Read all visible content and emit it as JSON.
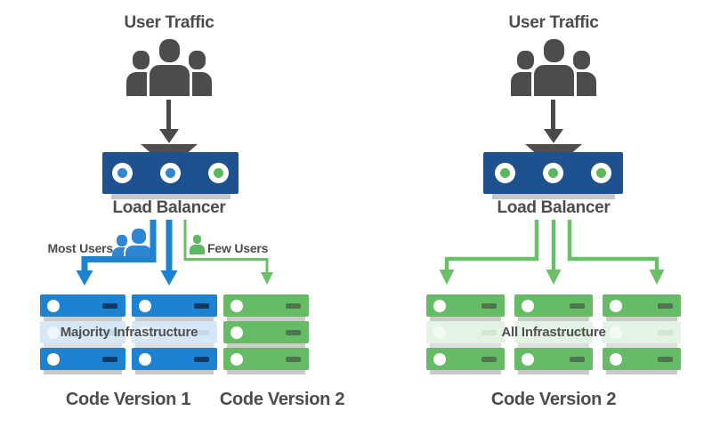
{
  "left_diagram": {
    "traffic_title": "User Traffic",
    "balancer_label": "Load Balancer",
    "most_users_label": "Most Users",
    "few_users_label": "Few Users",
    "infrastructure_label": "Majority Infrastructure",
    "stack_v1_label": "Code Version 1",
    "stack_v2_label": "Code Version 2",
    "balancer_port_dots": [
      "blue",
      "blue",
      "green"
    ]
  },
  "right_diagram": {
    "traffic_title": "User Traffic",
    "balancer_label": "Load Balancer",
    "infrastructure_label": "All Infrastructure",
    "stack_label": "Code Version 2",
    "balancer_port_dots": [
      "green",
      "green",
      "green"
    ]
  },
  "icons": {
    "users_group": "users-group-icon",
    "down_arrow": "down-arrow-icon",
    "users_pair": "users-pair-icon",
    "user_single": "user-icon",
    "server_led": "server-led-icon",
    "server_dash": "server-dash-icon",
    "port_dot": "port-status-dot-icon"
  },
  "colors": {
    "dark_gray_text": "#4c4c4c",
    "navy_balancer": "#1d518f",
    "blue_server": "#1e82d2",
    "blue_dot": "#2e86d4",
    "green_server": "#66bb66",
    "green_arrow": "#6abf69",
    "green_dot": "#5cb85f",
    "faded_blue_row": "#d6e8f7",
    "faded_green_row": "#e3f3e4"
  }
}
